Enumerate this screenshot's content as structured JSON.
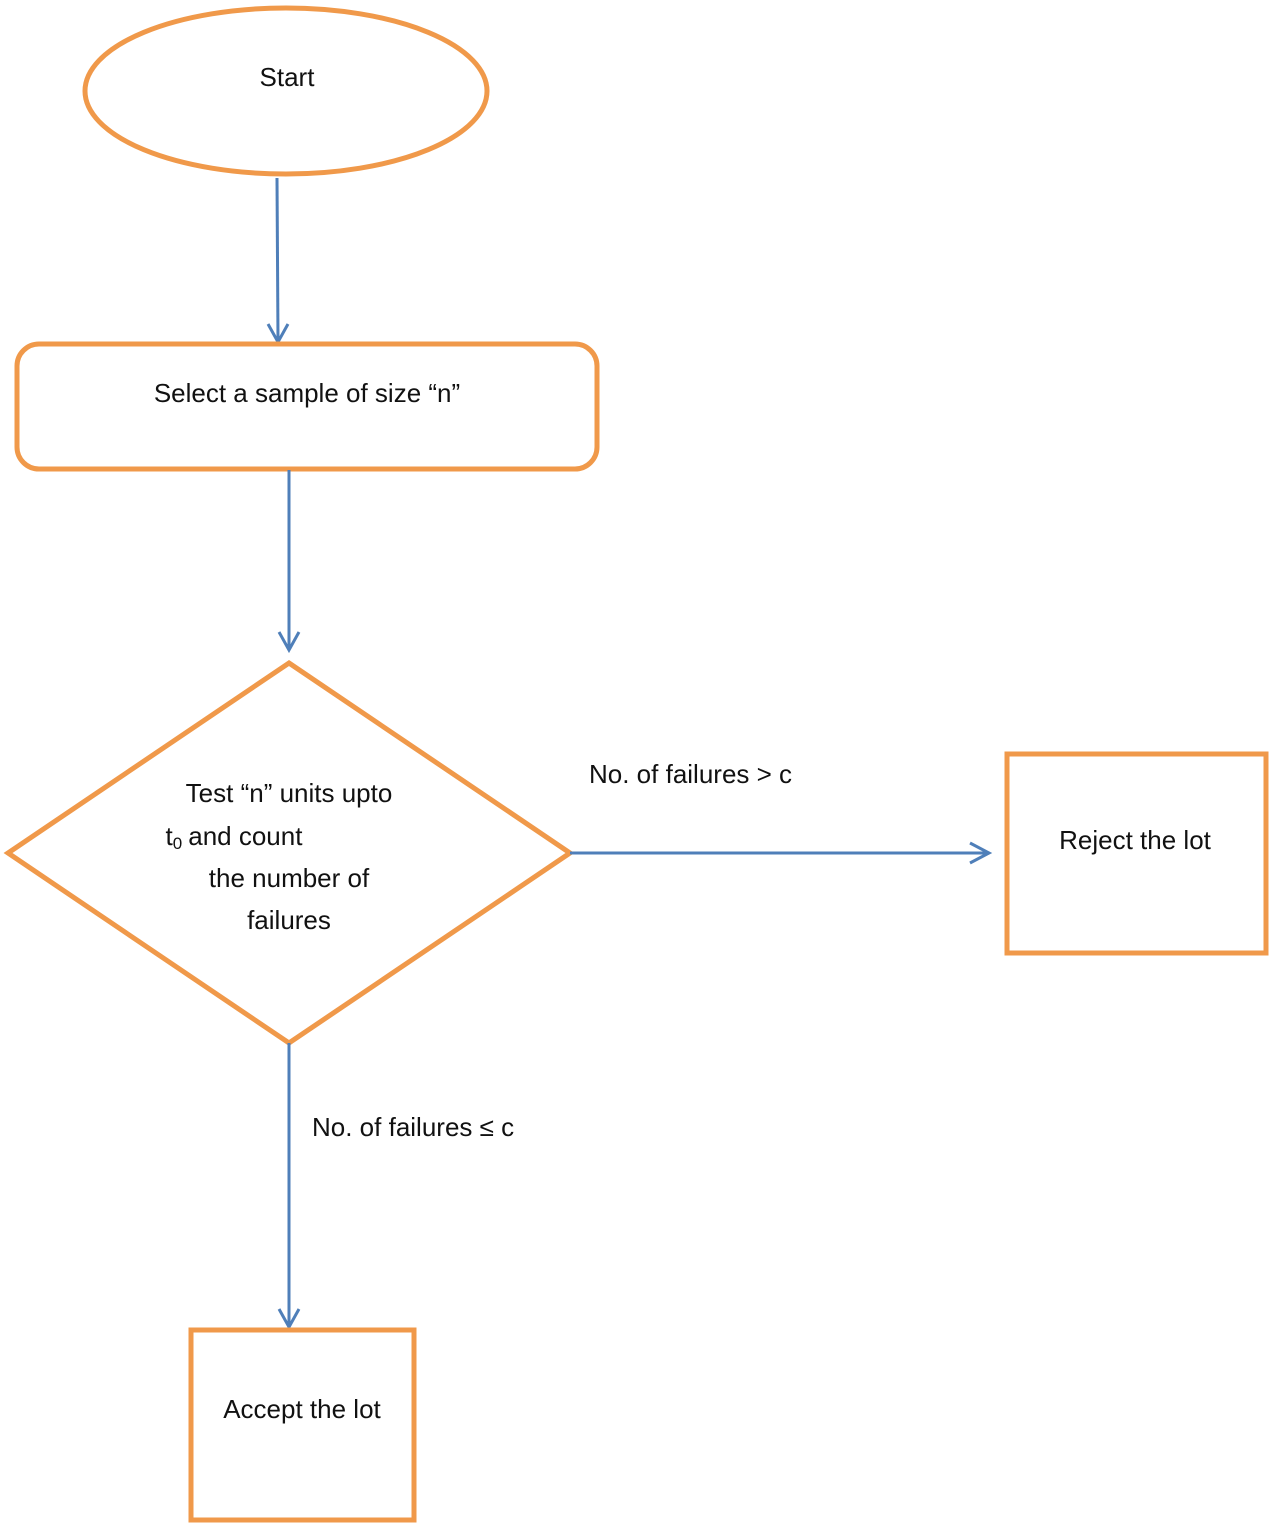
{
  "colors": {
    "node_stroke": "#f0994a",
    "edge_stroke": "#4f7fb9",
    "text": "#111111",
    "background": "#ffffff"
  },
  "nodes": {
    "start": {
      "shape": "ellipse",
      "label": "Start"
    },
    "select_sample": {
      "shape": "rounded-rectangle",
      "label": "Select a sample of size “n”"
    },
    "test_decision": {
      "shape": "diamond",
      "lines": [
        "Test “n” units upto",
        "and count",
        "the number of",
        "failures"
      ],
      "time_var": "t",
      "time_sub": "0"
    },
    "reject": {
      "shape": "rectangle",
      "label": "Reject the lot"
    },
    "accept": {
      "shape": "rectangle",
      "label": "Accept the lot"
    }
  },
  "edges": {
    "start_to_select": {
      "from": "start",
      "to": "select_sample",
      "label": ""
    },
    "select_to_test": {
      "from": "select_sample",
      "to": "test_decision",
      "label": ""
    },
    "test_to_reject": {
      "from": "test_decision",
      "to": "reject",
      "label": "No. of failures > c"
    },
    "test_to_accept": {
      "from": "test_decision",
      "to": "accept",
      "label": "No. of failures ≤ c"
    }
  }
}
